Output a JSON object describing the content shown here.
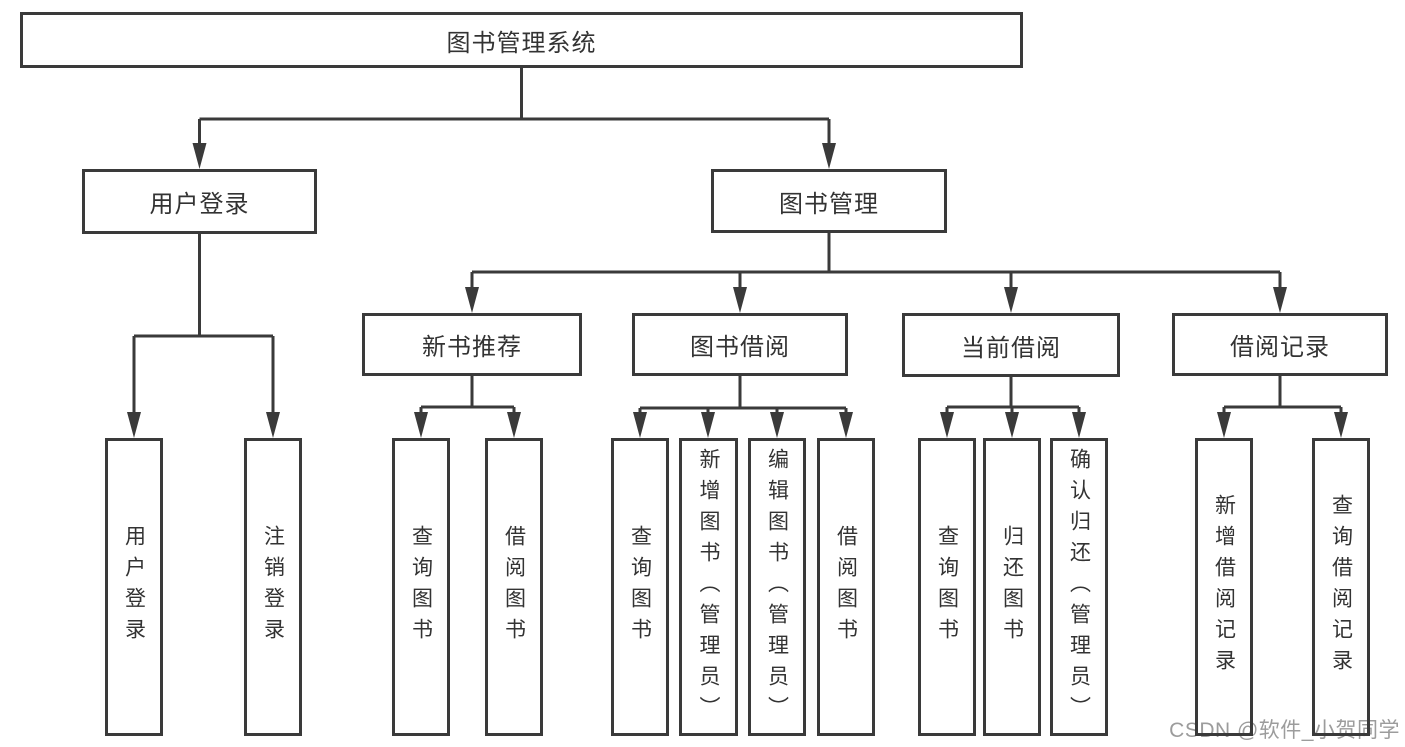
{
  "nodes": {
    "root": {
      "label": "图书管理系统"
    },
    "user_login": {
      "label": "用户登录",
      "children": [
        {
          "label": "用户登录"
        },
        {
          "label": "注销登录"
        }
      ]
    },
    "book_mgmt": {
      "label": "图书管理",
      "modules": [
        {
          "label": "新书推荐",
          "children": [
            {
              "label": "查询图书"
            },
            {
              "label": "借阅图书"
            }
          ]
        },
        {
          "label": "图书借阅",
          "children": [
            {
              "label": "查询图书"
            },
            {
              "label": "新增图书（管理员）"
            },
            {
              "label": "编辑图书（管理员）"
            },
            {
              "label": "借阅图书"
            }
          ]
        },
        {
          "label": "当前借阅",
          "children": [
            {
              "label": "查询图书"
            },
            {
              "label": "归还图书"
            },
            {
              "label": "确认归还（管理员）"
            }
          ]
        },
        {
          "label": "借阅记录",
          "children": [
            {
              "label": "新增借阅记录"
            },
            {
              "label": "查询借阅记录"
            }
          ]
        }
      ]
    }
  },
  "watermark": "CSDN @软件_小贺同学",
  "colors": {
    "line": "#3a3a3a",
    "text": "#333333",
    "watermark": "#9c9c9c",
    "background": "#ffffff"
  }
}
